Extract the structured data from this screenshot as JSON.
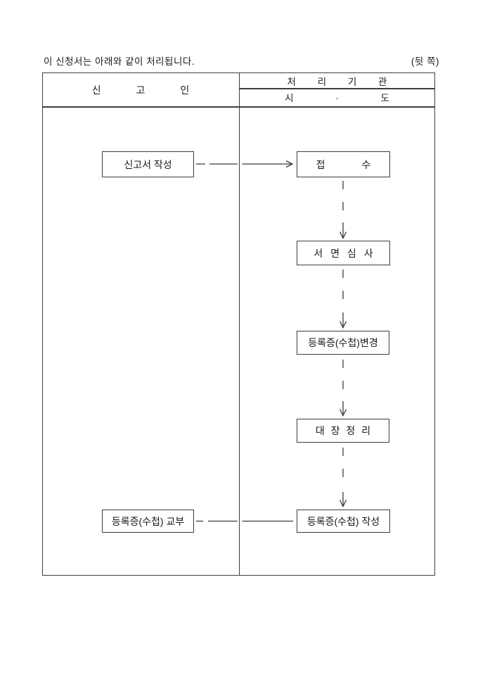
{
  "page": {
    "intro_text": "이 신청서는 아래와 같이 처리됩니다.",
    "corner_note": "(뒷 쪽)"
  },
  "table": {
    "applicant_header": "신 고 인",
    "agency_header": "처 리 기 관",
    "agency_subheader": "시 · 도"
  },
  "flow": {
    "boxes": {
      "write_form": "신고서 작성",
      "receipt": "접 수",
      "document_review": "서 면 심 사",
      "cert_change": "등록증(수첩)변경",
      "ledger_update": "대 장 정 리",
      "cert_issue": "등록증(수첩) 교부",
      "cert_prepare": "등록증(수첩) 작성"
    }
  },
  "colors": {
    "line": "#3c3c3c",
    "text": "#1a1a1a",
    "background": "#ffffff"
  }
}
